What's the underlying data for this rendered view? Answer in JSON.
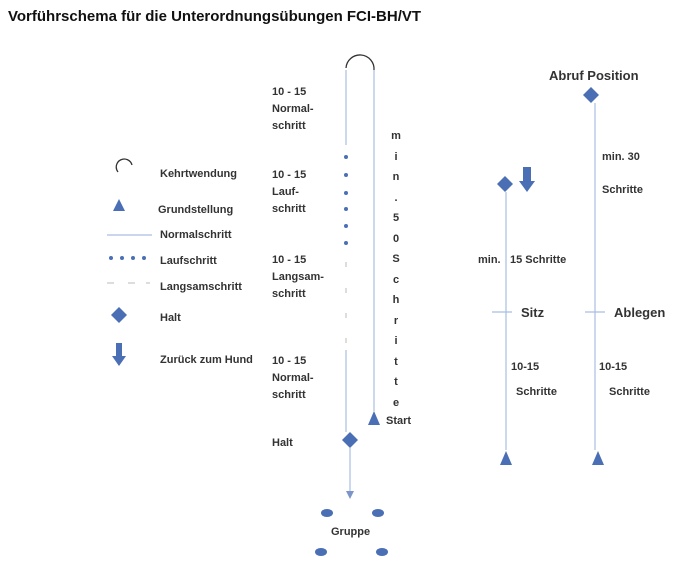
{
  "title": "Vorführschema für die Unterordnungsübungen FCI-BH/VT",
  "legend": [
    {
      "icon": "kehrtwendung-icon",
      "label": "Kehrtwendung"
    },
    {
      "icon": "grundstellung-icon",
      "label": "Grundstellung"
    },
    {
      "icon": "normalschritt-line-icon",
      "label": "Normalschritt"
    },
    {
      "icon": "laufschritt-dots-icon",
      "label": "Laufschritt"
    },
    {
      "icon": "langsamschritt-dash-icon",
      "label": "Langsamschritt"
    },
    {
      "icon": "halt-diamond-icon",
      "label": "Halt"
    },
    {
      "icon": "arrow-down-icon",
      "label": "Zurück zum Hund"
    }
  ],
  "left_course": {
    "segments": [
      {
        "count": "10 - 15",
        "line1": "Normal-",
        "line2": "schritt"
      },
      {
        "count": "10 - 15",
        "line1": "Lauf-",
        "line2": "schritt"
      },
      {
        "count": "10 - 15",
        "line1": "Langsam-",
        "line2": "schritt"
      },
      {
        "count": "10 - 15",
        "line1": "Normal-",
        "line2": "schritt"
      }
    ],
    "min_vertical": [
      "m",
      "i",
      "n",
      ".",
      "5",
      "0",
      "S",
      "c",
      "h",
      "r",
      "i",
      "t",
      "t",
      "e"
    ],
    "start": "Start",
    "halt": "Halt",
    "gruppe": "Gruppe"
  },
  "middle": {
    "min": "min.",
    "schritte": "15 Schritte",
    "sitz": "Sitz",
    "after_count": "10-15",
    "after_label": "Schritte"
  },
  "right": {
    "abruf": "Abruf Position",
    "min": "min. 30",
    "schritte": "Schritte",
    "ablegen": "Ablegen",
    "after_count": "10-15",
    "after_label": "Schritte"
  },
  "colors": {
    "shape": "#4a6fb5",
    "line": "#a9bde2",
    "text": "#333333"
  }
}
